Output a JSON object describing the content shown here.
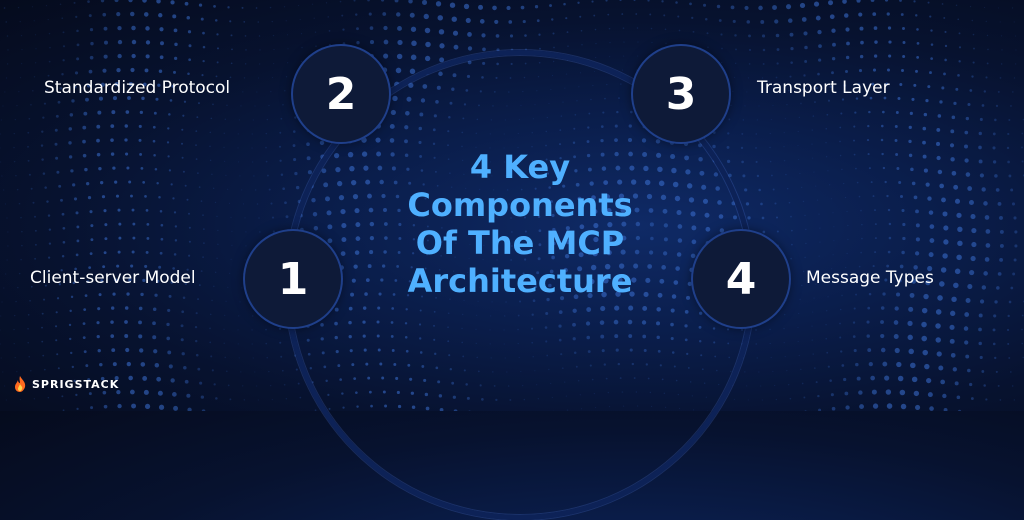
{
  "center_title_lines": [
    "4 Key",
    "Components",
    "Of The MCP",
    "Architecture"
  ],
  "nodes": [
    {
      "number": "1",
      "label": "Client-server Model"
    },
    {
      "number": "2",
      "label": "Standardized Protocol"
    },
    {
      "number": "3",
      "label": "Transport Layer"
    },
    {
      "number": "4",
      "label": "Message Types"
    }
  ],
  "brand": {
    "name": "SPRIGSTACK",
    "icon": "flame-logo-icon"
  },
  "colors": {
    "accent": "#4fb0ff",
    "node_fill": "#0e1a38",
    "background": "#07122f"
  }
}
